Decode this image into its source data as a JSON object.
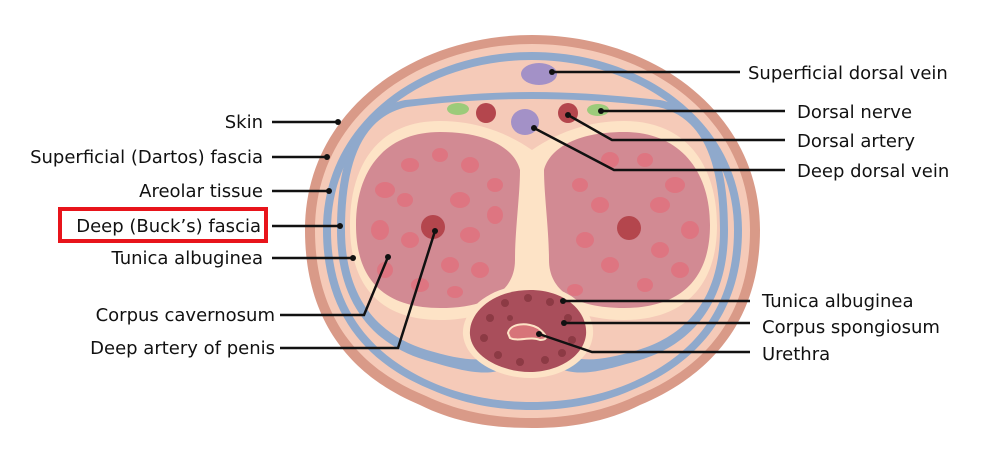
{
  "labels": {
    "left": {
      "skin": "Skin",
      "superficial_fascia": "Superficial (Dartos) fascia",
      "areolar_tissue": "Areolar tissue",
      "deep_fascia": "Deep (Buck’s) fascia",
      "tunica_albuginea": "Tunica albuginea",
      "corpus_cavernosum": "Corpus cavernosum",
      "deep_artery": "Deep artery of penis"
    },
    "right": {
      "superficial_dorsal_vein": "Superficial dorsal vein",
      "dorsal_nerve": "Dorsal nerve",
      "dorsal_artery": "Dorsal artery",
      "deep_dorsal_vein": "Deep dorsal vein",
      "tunica_albuginea": "Tunica albuginea",
      "corpus_spongiosum": "Corpus spongiosum",
      "urethra": "Urethra"
    }
  },
  "highlight": "deep_fascia",
  "colors": {
    "skin": "#d99a88",
    "fascia_pink": "#f5cab8",
    "fascia_blue": "#8fa9cc",
    "cream": "#fde3c6",
    "cavernosum": "#d28a93",
    "artery": "#b4464d",
    "vein": "#a391c7",
    "nerve": "#9ccb7a",
    "spongiosum": "#a94e5b",
    "highlight_box": "#e8141b"
  }
}
